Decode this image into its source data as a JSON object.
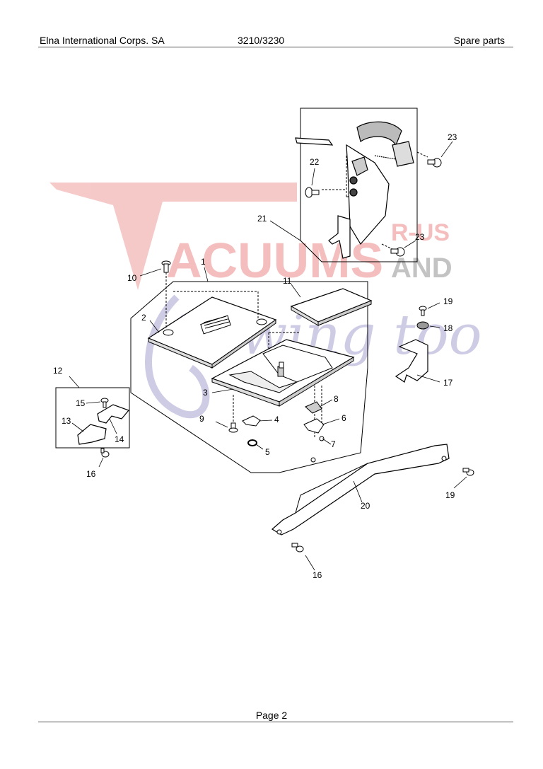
{
  "header": {
    "company": "Elna International Corps. SA",
    "model": "3210/3230",
    "section": "Spare parts"
  },
  "footer": {
    "page": "Page 2"
  },
  "watermark": {
    "word1": "ACUUMS",
    "word2": "R-US",
    "word3": "AND",
    "word4": "Sewing too",
    "color_red": "#f4b8b8",
    "color_gray": "#bdbdbd",
    "color_blue": "#c9c6e3"
  },
  "callouts": [
    "1",
    "2",
    "3",
    "4",
    "5",
    "6",
    "7",
    "8",
    "9",
    "10",
    "11",
    "12",
    "13",
    "14",
    "15",
    "16",
    "16",
    "17",
    "18",
    "19",
    "19",
    "20",
    "21",
    "22",
    "23",
    "23"
  ]
}
